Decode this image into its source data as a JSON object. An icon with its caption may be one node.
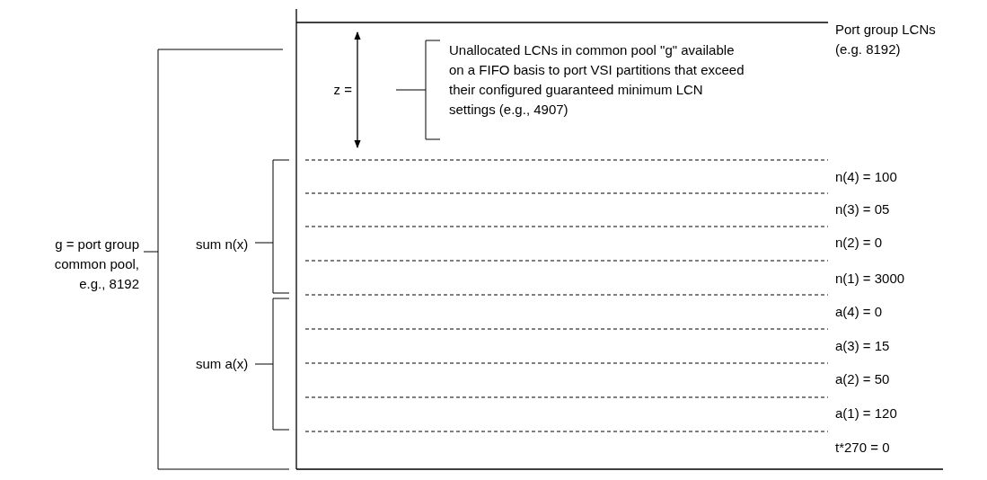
{
  "diagram": {
    "labels": [
      "Port group LCNs (e.g. 8192)",
      "z =",
      "Unallocated LCNs in common pool \"g\" available on a FIFO basis to port VSI partitions that exceed their configured guaranteed minimum LCN settings (e.g., 4907)",
      "n(4) = 100",
      "n(3) = 05",
      "g = port group common pool, e.g., 8192",
      "sum n(x)",
      "n(2) = 0",
      "n(1) = 3000",
      "a(4) = 0",
      "a(3) = 15",
      "sum a(x)",
      "a(2) = 50",
      "a(1) = 120",
      "t*270 = 0"
    ]
  }
}
